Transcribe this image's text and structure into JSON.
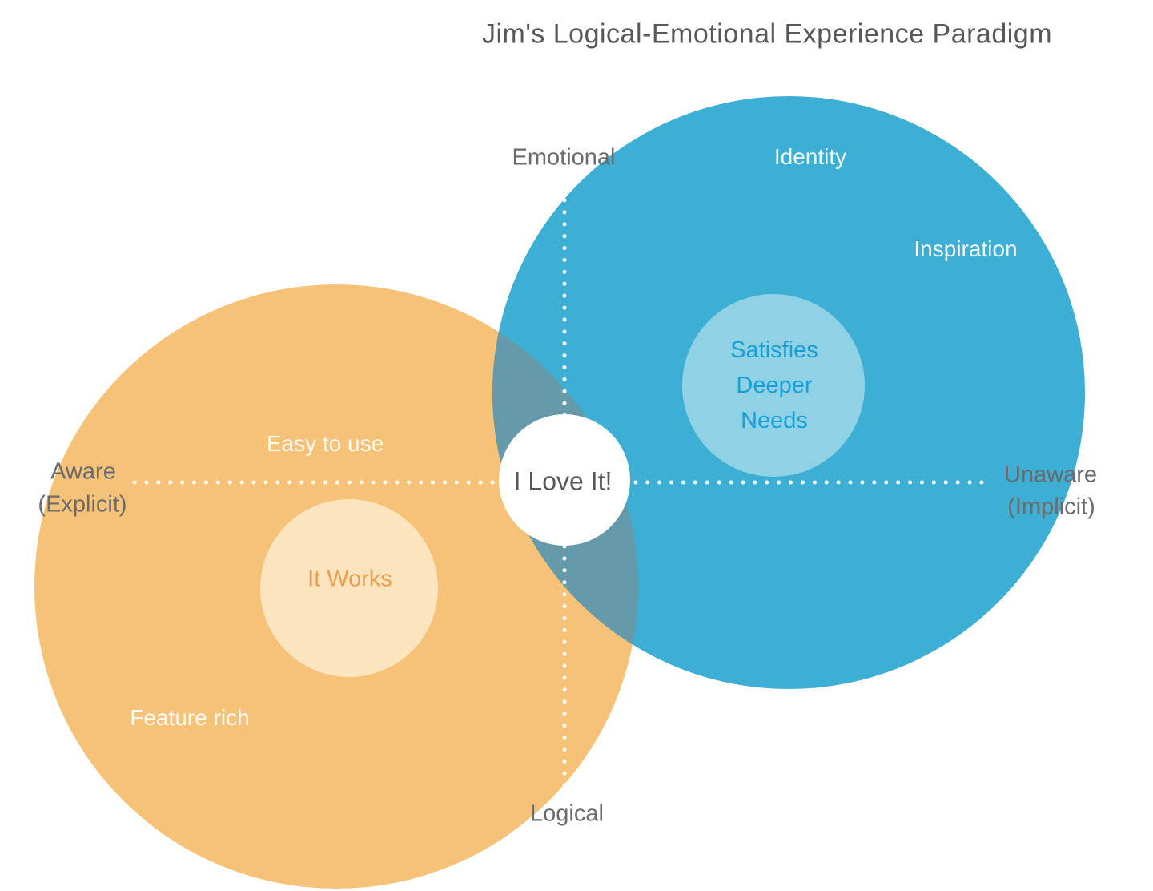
{
  "title": "Jim's Logical-Emotional Experience Paradigm",
  "axes": {
    "top": "Emotional",
    "bottom": "Logical",
    "left": "Aware",
    "left_sub": "(Explicit)",
    "right": "Unaware",
    "right_sub": "(Implicit)"
  },
  "logical_circle": {
    "label_top": "Easy to use",
    "label_bottom": "Feature rich",
    "core_label": "It Works"
  },
  "emotional_circle": {
    "label_top": "Identity",
    "label_right": "Inspiration",
    "core_line1": "Satisfies",
    "core_line2": "Deeper",
    "core_line3": "Needs"
  },
  "center": {
    "label": "I Love It!"
  },
  "colors": {
    "logical_circle": "#F6C277",
    "emotional_circle": "#3DAFD4",
    "overlap": "#649AA9",
    "logical_core": "#FBE4BE",
    "emotional_core": "#8FD2E6",
    "center_circle": "#FFFFFF",
    "it_works_text": "#EB9E4D",
    "satisfies_text": "#189FD8",
    "title_text": "#58585A",
    "axis_text": "#6A6B6E"
  }
}
